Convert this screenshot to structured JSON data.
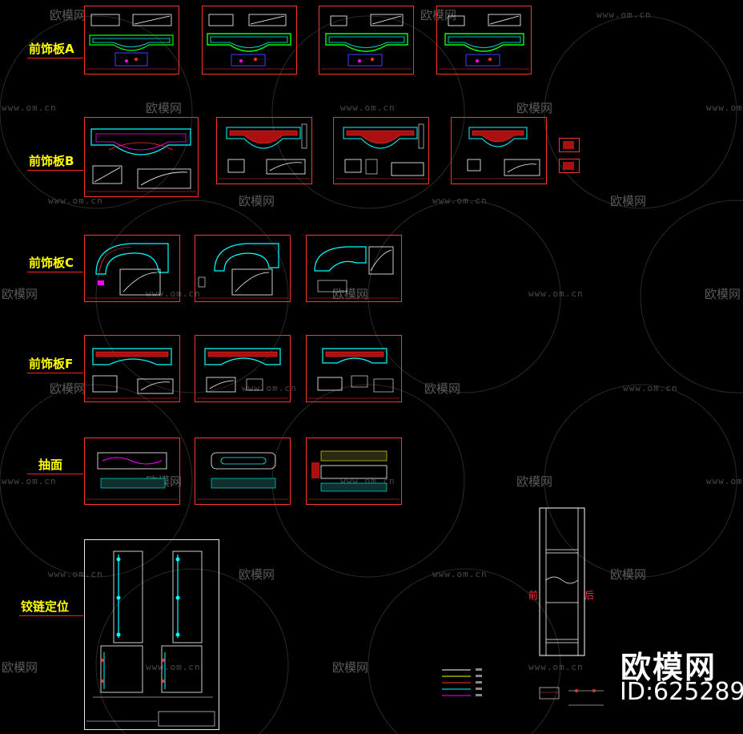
{
  "rows": [
    {
      "id": "a",
      "label": "前饰板A"
    },
    {
      "id": "b",
      "label": "前饰板B"
    },
    {
      "id": "c",
      "label": "前饰板C"
    },
    {
      "id": "f",
      "label": "前饰板F"
    },
    {
      "id": "drawer",
      "label": "抽面"
    },
    {
      "id": "hinge",
      "label": "铰链定位"
    }
  ],
  "watermark": {
    "brand": "欧模网",
    "url": "www.om.cn"
  },
  "brand": {
    "logo_text": "欧模网",
    "id_text": "ID:625289"
  },
  "cabinet": {
    "front_label": "前",
    "back_label": "后"
  },
  "colors": {
    "background": "#000000",
    "label": "#ffff00",
    "frame": "#ff3030",
    "cyan": "#00ffff",
    "green": "#00ff00",
    "magenta": "#ff00ff",
    "white": "#ffffff"
  }
}
